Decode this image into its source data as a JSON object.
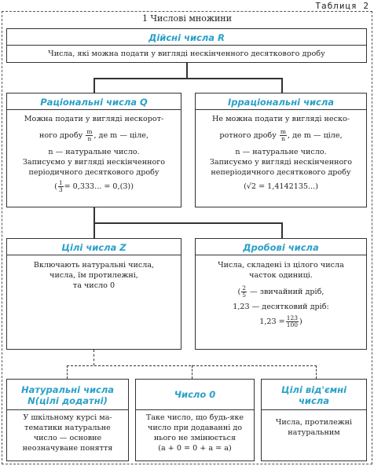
{
  "table_number": "Таблиця 2",
  "section_title": "1 Числові множини",
  "real": {
    "title": "Дійсні числа R",
    "desc": "Числа, які можна подати у вигляді нескінченного десяткового дробу"
  },
  "rational": {
    "title": "Раціональні числа Q",
    "line1": "Можна подати у вигляді нескорот-",
    "line2_a": "ного дробу",
    "frac_num": "m",
    "frac_den": "n",
    "line2_b": ", де m — ціле,",
    "line3": "n — натуральне число.",
    "line4": "Записуємо у вигляді нескінченного",
    "line5": "періодичного десяткового дробу",
    "example_frac_num": "1",
    "example_frac_den": "3",
    "example_rest": "= 0,333... = 0,(3)"
  },
  "irrational": {
    "title": "Ірраціональні числа",
    "line1": "Не можна подати у вигляді неско-",
    "line2_a": "ротного дробу",
    "frac_num": "m",
    "frac_den": "n",
    "line2_b": ", де m — ціле,",
    "line3": "n — натуральне число.",
    "line4": "Записуємо у вигляді нескінченного",
    "line5": "неперіодичного десяткового дробу",
    "example": "(√2 = 1,4142135...)"
  },
  "integer": {
    "title": "Цілі числа Z",
    "line1": "Включають натуральні числа,",
    "line2": "числа, їм протилежні,",
    "line3": "та число 0"
  },
  "fractional": {
    "title": "Дробові числа",
    "line1": "Числа, складені із цілого числа",
    "line2": "часток одиниці.",
    "ex1_num": "2",
    "ex1_den": "5",
    "ex1_text": "— звичайний дріб,",
    "ex2_text": "1,23 — десятковий дріб:",
    "ex3_left": "1,23 =",
    "ex3_num": "123",
    "ex3_den": "100"
  },
  "natural": {
    "title_line1": "Натуральні числа",
    "title_line2": "N(цілі додатні)",
    "line1": "У шкільному курсі ма-",
    "line2": "тематики натуральне",
    "line3": "число — основне",
    "line4": "неозначуване поняття"
  },
  "zero": {
    "title": "Число 0",
    "line1": "Таке число, що будь-яке",
    "line2": "число при додаванні до",
    "line3": "нього не змінюється",
    "line4": "(a + 0 = 0 + a = a)"
  },
  "negative": {
    "title_line1": "Цілі від'ємні",
    "title_line2": "числа",
    "line1": "Числа, протилежні",
    "line2": "натуральним"
  }
}
